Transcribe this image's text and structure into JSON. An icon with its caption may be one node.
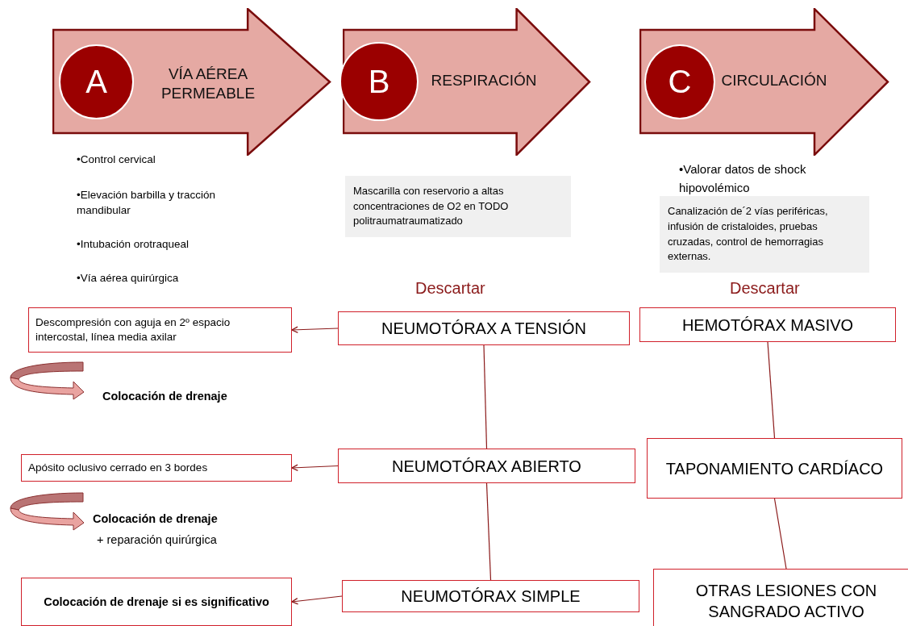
{
  "diagram": {
    "nodes": [
      {
        "text": [
          "VÍA AÉREA PERMEABLE"
        ]
      },
      {
        "text": [
          "A"
        ],
        "in": 0
      },
      {
        "text": [
          "RESPIRACIÓN"
        ]
      },
      {
        "text": [
          "B"
        ],
        "in": 2
      },
      {
        "text": [
          "CIRCULACIÓN"
        ]
      },
      {
        "text": [
          "C"
        ],
        "in": 4
      },
      {
        "text": [
          "Mascarilla con reservorio a altas concentraciones de O2 en TODO politraumatraumatizado"
        ]
      },
      {
        "text": [
          "Canalización de´2 vías periféricas, infusión de cristaloides, pruebas cruzadas, control de hemorragias externas."
        ]
      },
      {
        "text": [
          "Descompresión con aguja en 2º espacio intercostal, línea media axilar"
        ]
      },
      {
        "text": [
          "NEUMOTÓRAX A TENSIÓN"
        ]
      },
      {
        "text": [
          "HEMOTÓRAX MASIVO"
        ]
      },
      {
        "text": [
          "Apósito oclusivo cerrado en 3 bordes"
        ]
      },
      {
        "text": [
          "NEUMOTÓRAX ABIERTO"
        ]
      },
      {
        "text": [
          "TAPONAMIENTO CARDÍACO"
        ]
      },
      {
        "text": [
          "Colocación de drenaje si es significativo"
        ]
      },
      {
        "text": [
          "NEUMOTÓRAX SIMPLE"
        ]
      },
      {
        "text": [
          "OTRAS LESIONES CON SANGRADO ACTIVO"
        ]
      }
    ],
    "edges": [
      {
        "from": 9,
        "to": 8,
        "arrow": "to"
      },
      {
        "from": 9,
        "to": 12,
        "arrow": "none"
      },
      {
        "from": 10,
        "to": 13,
        "arrow": "none"
      },
      {
        "from": 12,
        "to": 11,
        "arrow": "to"
      },
      {
        "from": 12,
        "to": 15,
        "arrow": "none"
      },
      {
        "from": 13,
        "to": 16,
        "arrow": "none"
      },
      {
        "from": 15,
        "to": 14,
        "arrow": "to"
      }
    ],
    "labels": [
      "•Control cervical",
      "•Valorar datos de shock hipovolémico",
      "•Elevación barbilla y tracción mandibular",
      "•Intubación orotraqueal",
      "•Vía aérea quirúrgica",
      "Descartar",
      "Descartar",
      "Colocación de drenaje",
      "Colocación de drenaje",
      "+ reparación quirúrgica"
    ]
  }
}
